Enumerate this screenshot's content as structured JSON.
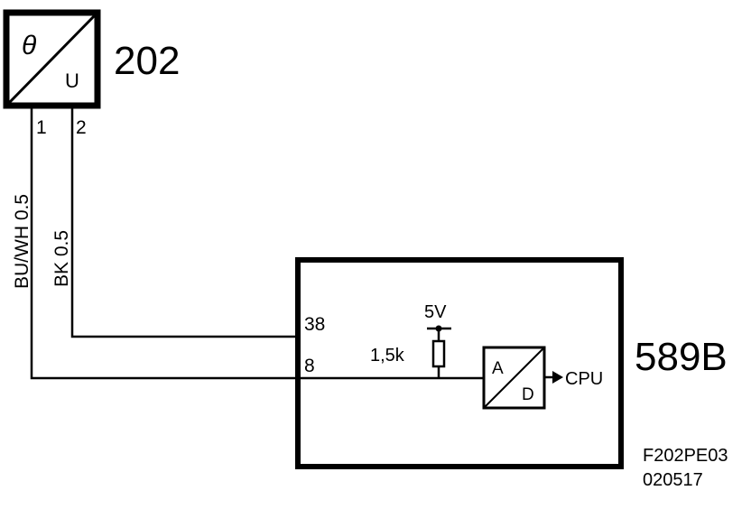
{
  "sensor": {
    "id": "202",
    "symbol_top": "θ",
    "symbol_bottom": "U",
    "pin1": "1",
    "pin2": "2"
  },
  "wires": {
    "wire1_label": "BU/WH  0.5",
    "wire2_label": "BK  0.5"
  },
  "ecu": {
    "id": "589B",
    "pin38": "38",
    "pin8": "8",
    "supply": "5V",
    "resistor": "1,5k",
    "adc_a": "A",
    "adc_d": "D",
    "output": "CPU"
  },
  "footer": {
    "code": "F202PE03",
    "date": "020517"
  },
  "colors": {
    "line": "#000000",
    "background": "#ffffff"
  }
}
